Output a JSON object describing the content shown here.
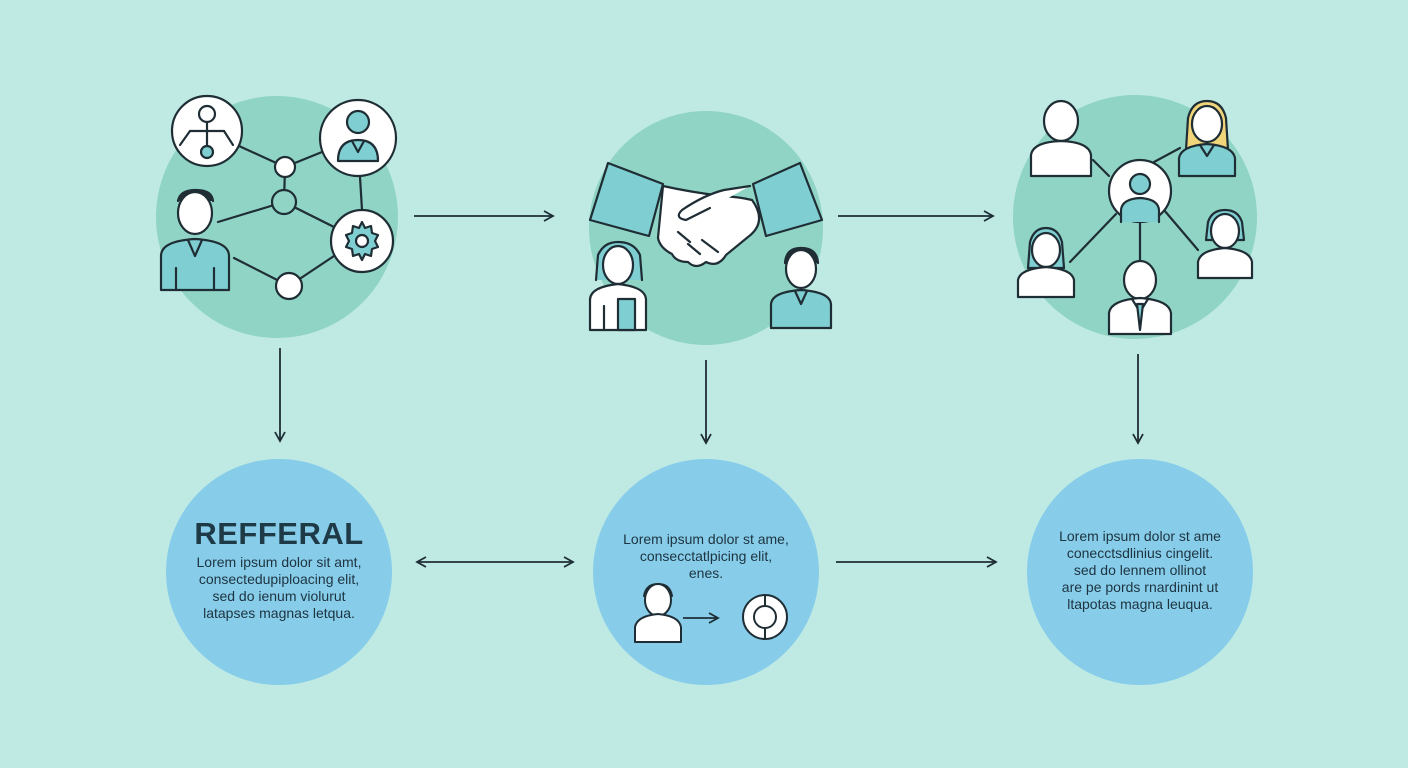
{
  "colors": {
    "background": "#bfeae4",
    "top_circle": "#8fd4c5",
    "bottom_circle": "#87cdea",
    "line": "#1f2d35",
    "figure_fill": "#7fcfd2",
    "hair_blonde": "#f1d57a"
  },
  "nodes": {
    "referral": {
      "title": "REFFERAL",
      "lines": [
        "Lorem ipsum dolor sit amt,",
        "consectedupiploacing elit,",
        "sed do ienum violurut",
        "latapses magnas letqua."
      ]
    },
    "middle": {
      "lines": [
        "Lorem ipsum dolor st ame,",
        "consecctatlpicing elit,",
        "enes."
      ]
    },
    "right": {
      "lines": [
        "Lorem ipsum dolor st ame",
        "conecctsdlinius cingelit.",
        "sed do lennem ollinot",
        "are pe pords rnardinint ut",
        "ltapotas magna leuqua."
      ]
    }
  },
  "icons": [
    "network-icon",
    "handshake-icon",
    "team-icon",
    "person-icon",
    "gear-icon",
    "target-icon",
    "arrow-icon"
  ]
}
